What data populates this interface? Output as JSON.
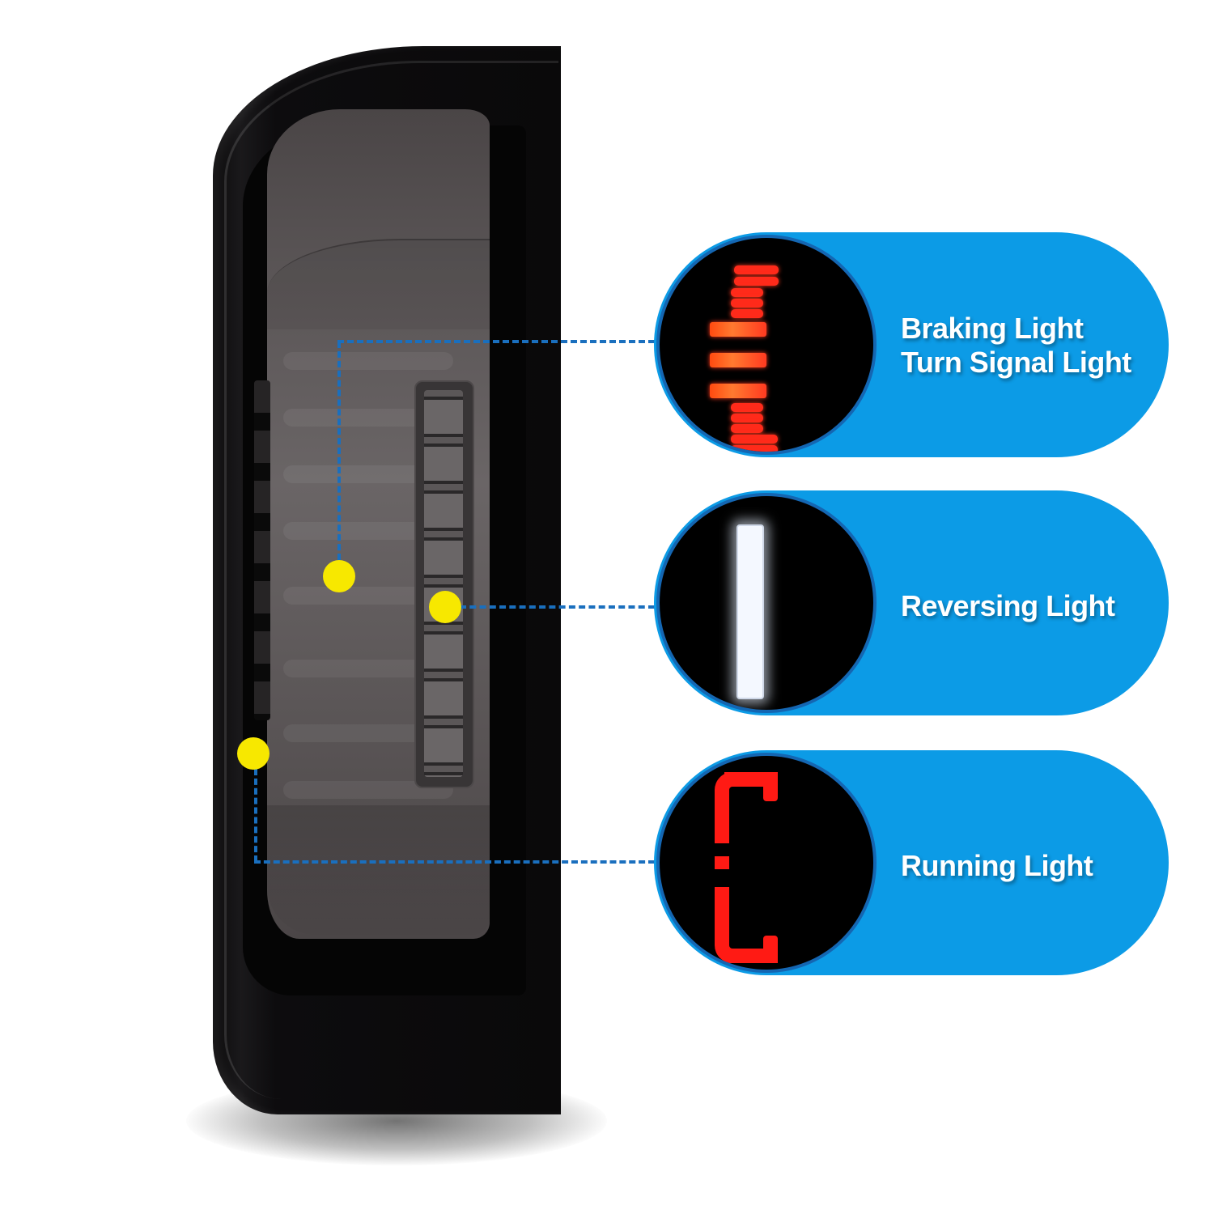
{
  "product": {
    "description": "smoked LED tail light assembly",
    "indicator_color": "#f7e800",
    "connector_color": "#1a6fbe"
  },
  "callouts": [
    {
      "id": "braking-turn",
      "lines": [
        "Braking Light",
        "Turn Signal Light"
      ],
      "light_color": "#ff2a1a"
    },
    {
      "id": "reversing",
      "lines": [
        "Reversing Light"
      ],
      "light_color": "#f4f8ff"
    },
    {
      "id": "running",
      "lines": [
        "Running Light"
      ],
      "light_color": "#ff1a14"
    }
  ],
  "colors": {
    "pill_blue": "#0c9be6",
    "pill_border": "#1466b2",
    "label_text": "#ffffff",
    "background": "#ffffff"
  }
}
